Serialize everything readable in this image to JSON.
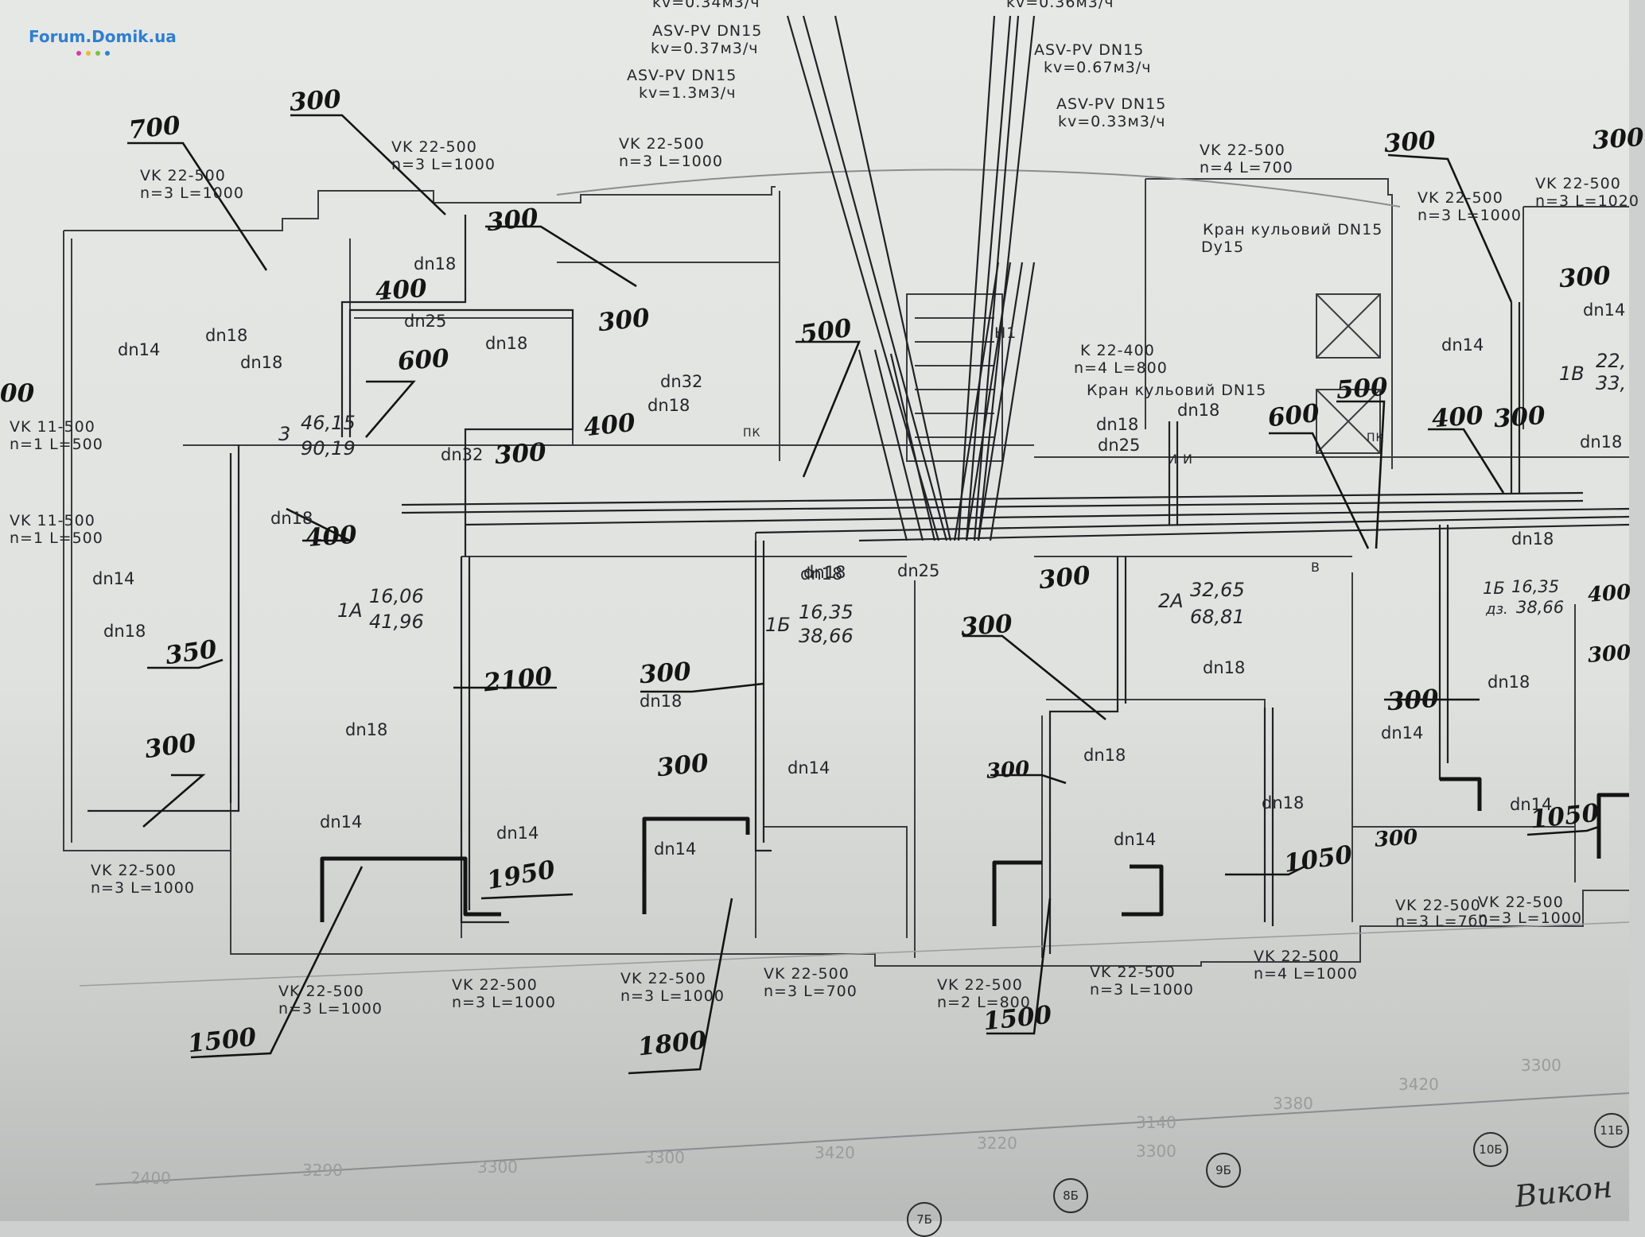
{
  "watermark": {
    "text": "Forum.Domik.ua",
    "dot_colors": [
      "#d23ba4",
      "#f0b63a",
      "#7cc04a",
      "#2f7fd0"
    ]
  },
  "colors": {
    "paper": "#e3e5e3",
    "ink": "#2a2c2f",
    "marker": "#141414"
  },
  "valves": [
    {
      "name": "ASV-PV DN15",
      "kv": "kv=0.37м3/ч"
    },
    {
      "name": "ASV-PV DN15",
      "kv": "kv=1.3м3/ч"
    },
    {
      "name": "ASV-PV DN15",
      "kv": "kv=0.67м3/ч"
    },
    {
      "name": "ASV-PV DN15",
      "kv": "kv=0.33м3/ч"
    },
    {
      "kv_top_a": "kv=0.34м3/ч",
      "kv_top_b": "kv=0.36м3/ч"
    }
  ],
  "radiators": [
    {
      "type": "VK 22-500",
      "params": "n=3  L=1000"
    },
    {
      "type": "VK 22-500",
      "params": "n=3  L=1000"
    },
    {
      "type": "VK 22-500",
      "params": "n=3  L=1000"
    },
    {
      "type": "VK 22-500",
      "params": "n=4  L=700"
    },
    {
      "type": "VK 22-500",
      "params": "n=3  L=1000"
    },
    {
      "type": "VK 22-500",
      "params": "n=3  L=1020"
    },
    {
      "type": "VK 11-500",
      "params": "n=1  L=500"
    },
    {
      "type": "VK 11-500",
      "params": "n=1  L=500"
    },
    {
      "type": "K 22-400",
      "params": "n=4  L=800"
    },
    {
      "type": "VK 22-500",
      "params": "n=3  L=1000"
    },
    {
      "type": "VK 22-500",
      "params": "n=3  L=1000"
    },
    {
      "type": "VK 22-500",
      "params": "n=3  L=1000"
    },
    {
      "type": "VK 22-500",
      "params": "n=3  L=1000"
    },
    {
      "type": "VK 22-500",
      "params": "n=3  L=700"
    },
    {
      "type": "VK 22-500",
      "params": "n=2  L=800"
    },
    {
      "type": "VK 22-500",
      "params": "n=3  L=1000"
    },
    {
      "type": "VK 22-500",
      "params": "n=4  L=1000"
    },
    {
      "type": "VK 22-500",
      "params": "n=3  L=7б0"
    },
    {
      "type": "VK 22-500",
      "params": "n=3  L=1000"
    }
  ],
  "ball_valves": [
    "Кран кульовий DN15",
    "Dy15",
    "Кран кульовий DN15"
  ],
  "stair_label": "Н1",
  "pipe_labels": {
    "dn14": "dn14",
    "dn18": "dn18",
    "dn25": "dn25",
    "dn32": "dn32"
  },
  "rooms": [
    {
      "num": "3",
      "area": "46,15",
      "total": "90,19"
    },
    {
      "num": "1А",
      "area": "16,06",
      "total": "41,96"
    },
    {
      "num": "1Б",
      "area": "16,35",
      "total": "38,66"
    },
    {
      "num": "2А",
      "area": "32,65",
      "total": "68,81"
    },
    {
      "num": "1Б",
      "area": "16,35",
      "total": "38,66",
      "prefix": "дз."
    },
    {
      "num": "1В",
      "area": "22,",
      "total": "33,"
    }
  ],
  "fixture_letters": {
    "pk1": "ПК",
    "pk2": "ПК",
    "b": "В",
    "ii": "И И"
  },
  "handwritten": [
    "700",
    "300",
    "300",
    "300",
    "400",
    "600",
    "400",
    "500",
    "300",
    "400",
    "00",
    "350",
    "300",
    "2100",
    "300",
    "300",
    "1950",
    "300",
    "300",
    "300",
    "1050",
    "600",
    "500",
    "400",
    "300",
    "300",
    "300",
    "1050",
    "300",
    "1500",
    "1800",
    "1500",
    "300",
    "300",
    "400",
    "300"
  ],
  "axis_dimensions": [
    "2400",
    "3290",
    "3300",
    "3300",
    "3420",
    "3220",
    "3140",
    "3300",
    "3380",
    "3420",
    "3300"
  ],
  "axis_bubbles": [
    "7Б",
    "8Б",
    "9Б",
    "10Б",
    "11Б"
  ],
  "stamp_text": "Викон"
}
